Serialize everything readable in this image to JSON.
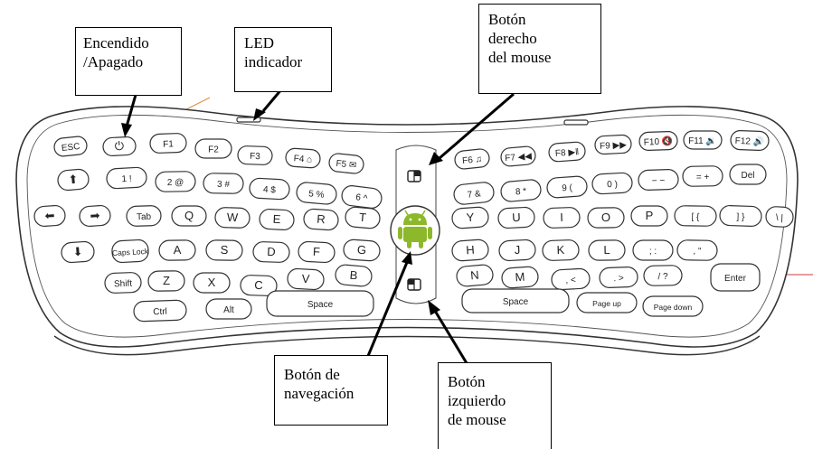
{
  "callouts": {
    "power": [
      "Encendido",
      "/Apagado"
    ],
    "led": [
      "LED",
      "indicador"
    ],
    "right_click": [
      "Botón",
      "derecho",
      "del mouse"
    ],
    "navigation": [
      "Botón de",
      "navegación"
    ],
    "left_click": [
      "Botón",
      "izquierdo",
      "de mouse"
    ]
  },
  "keyboard": {
    "left_keys": [
      {
        "id": "esc",
        "label": "ESC"
      },
      {
        "id": "power",
        "label": "⏻"
      },
      {
        "id": "f1",
        "label": "F1"
      },
      {
        "id": "f2",
        "label": "F2"
      },
      {
        "id": "f3",
        "label": "F3"
      },
      {
        "id": "f4",
        "label": "F4 ⌂"
      },
      {
        "id": "f5",
        "label": "F5 ✉"
      },
      {
        "id": "up",
        "label": "⬆"
      },
      {
        "id": "k1",
        "label": "1 !"
      },
      {
        "id": "k2",
        "label": "2 @"
      },
      {
        "id": "k3",
        "label": "3 #"
      },
      {
        "id": "k4",
        "label": "4 $"
      },
      {
        "id": "k5",
        "label": "5 %"
      },
      {
        "id": "k6",
        "label": "6 ^"
      },
      {
        "id": "left",
        "label": "⬅"
      },
      {
        "id": "right",
        "label": "➡"
      },
      {
        "id": "tab",
        "label": "Tab"
      },
      {
        "id": "q",
        "label": "Q"
      },
      {
        "id": "w",
        "label": "W"
      },
      {
        "id": "e",
        "label": "E"
      },
      {
        "id": "r",
        "label": "R"
      },
      {
        "id": "t",
        "label": "T"
      },
      {
        "id": "down",
        "label": "⬇"
      },
      {
        "id": "caps",
        "label": "Caps Lock"
      },
      {
        "id": "a",
        "label": "A"
      },
      {
        "id": "s",
        "label": "S"
      },
      {
        "id": "d",
        "label": "D"
      },
      {
        "id": "f",
        "label": "F"
      },
      {
        "id": "g",
        "label": "G"
      },
      {
        "id": "shift",
        "label": "Shift"
      },
      {
        "id": "z",
        "label": "Z"
      },
      {
        "id": "x",
        "label": "X"
      },
      {
        "id": "c",
        "label": "C"
      },
      {
        "id": "v",
        "label": "V"
      },
      {
        "id": "b",
        "label": "B"
      },
      {
        "id": "ctrl",
        "label": "Ctrl"
      },
      {
        "id": "alt",
        "label": "Alt"
      },
      {
        "id": "space_left",
        "label": "Space"
      }
    ],
    "right_keys": [
      {
        "id": "f6",
        "label": "F6 ♫"
      },
      {
        "id": "f7",
        "label": "F7 ◀◀"
      },
      {
        "id": "f8",
        "label": "F8 ▶‖"
      },
      {
        "id": "f9",
        "label": "F9 ▶▶"
      },
      {
        "id": "f10",
        "label": "F10 🔇"
      },
      {
        "id": "f11",
        "label": "F11 🔉"
      },
      {
        "id": "f12",
        "label": "F12 🔊"
      },
      {
        "id": "k7",
        "label": "7 &"
      },
      {
        "id": "k8",
        "label": "8 *"
      },
      {
        "id": "k9",
        "label": "9 ("
      },
      {
        "id": "k0",
        "label": "0 )"
      },
      {
        "id": "minus",
        "label": "− −"
      },
      {
        "id": "equal",
        "label": "= +"
      },
      {
        "id": "del",
        "label": "Del"
      },
      {
        "id": "y",
        "label": "Y"
      },
      {
        "id": "u",
        "label": "U"
      },
      {
        "id": "i",
        "label": "I"
      },
      {
        "id": "o",
        "label": "O"
      },
      {
        "id": "p",
        "label": "P"
      },
      {
        "id": "lbracket",
        "label": "[ {"
      },
      {
        "id": "rbracket",
        "label": "] }"
      },
      {
        "id": "backslash",
        "label": "\\ |"
      },
      {
        "id": "h",
        "label": "H"
      },
      {
        "id": "j",
        "label": "J"
      },
      {
        "id": "k",
        "label": "K"
      },
      {
        "id": "l",
        "label": "L"
      },
      {
        "id": "semicolon",
        "label": "; :"
      },
      {
        "id": "quote",
        "label": ", \""
      },
      {
        "id": "n",
        "label": "N"
      },
      {
        "id": "m",
        "label": "M"
      },
      {
        "id": "comma",
        "label": ", <"
      },
      {
        "id": "period",
        "label": ". >"
      },
      {
        "id": "slash",
        "label": "/ ?"
      },
      {
        "id": "enter",
        "label": "Enter"
      },
      {
        "id": "space_right",
        "label": "Space"
      },
      {
        "id": "pageup",
        "label": "Page up"
      },
      {
        "id": "pagedown",
        "label": "Page down"
      }
    ],
    "colors": {
      "android": "#8cb82a",
      "power_icon": "#d62a2a",
      "outline": "#333333",
      "laser_line": "#d23a3a",
      "orange_line": "#e08a3a"
    }
  }
}
